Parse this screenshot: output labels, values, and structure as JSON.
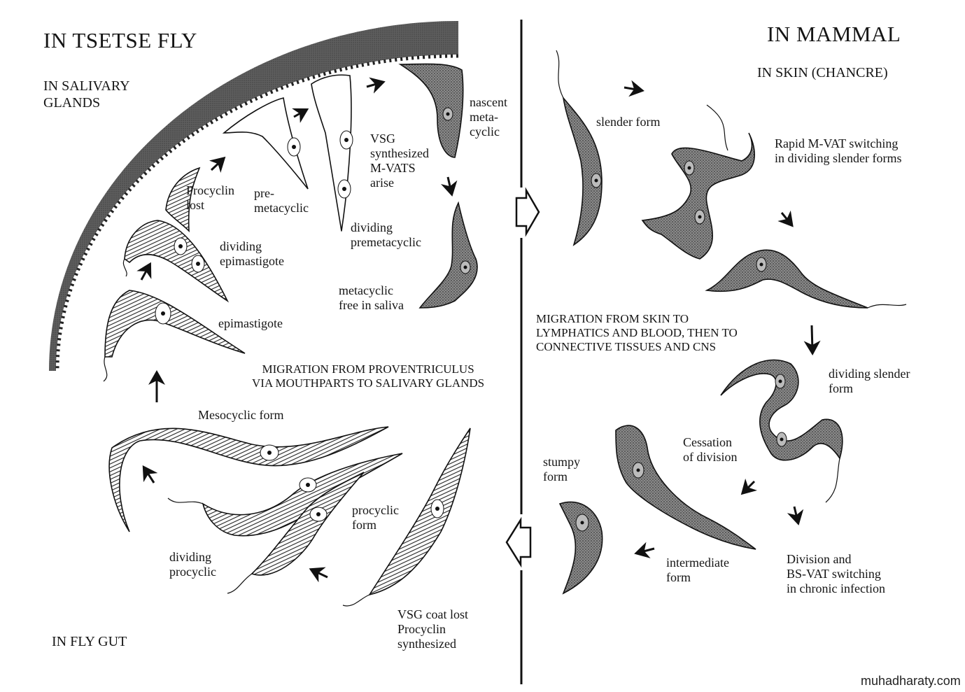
{
  "titles": {
    "fly": "IN  TSETSE FLY",
    "mammal": "IN  MAMMAL"
  },
  "regions": {
    "salivary": "IN SALIVARY\nGLANDS",
    "skin": "IN SKIN (CHANCRE)",
    "gut": "IN FLY GUT"
  },
  "fly_labels": {
    "nascent": "nascent\nmeta-\ncyclic",
    "vsg": "VSG\nsynthesized\nM-VATS\narise",
    "procyclin_lost": "Procyclin\nlost",
    "premetacyclic": "pre-\nmetacyclic",
    "dividing_premetacyclic": "dividing\npremetacyclic",
    "dividing_epimastigote": "dividing\nepimastigote",
    "metacyclic_saliva": "metacyclic\nfree in saliva",
    "epimastigote": "epimastigote",
    "migration_proventriculus": "MIGRATION FROM PROVENTRICULUS\nVIA MOUTHPARTS TO SALIVARY GLANDS",
    "mesocyclic": "Mesocyclic form",
    "procyclic": "procyclic\nform",
    "dividing_procyclic": "dividing\nprocyclic",
    "vsg_lost": "VSG coat lost\nProcyclin\nsynthesized"
  },
  "mammal_labels": {
    "slender": "slender form",
    "rapid_mvat": "Rapid M-VAT switching\nin dividing slender forms",
    "migration_skin": "MIGRATION FROM SKIN TO\nLYMPHATICS AND BLOOD,  THEN TO\nCONNECTIVE TISSUES AND CNS",
    "dividing_slender": "dividing slender\nform",
    "cessation": "Cessation\nof division",
    "stumpy": "stumpy\nform",
    "intermediate": "intermediate\nform",
    "division_bsvat": "Division and\nBS-VAT switching\nin chronic infection"
  },
  "watermark": "muhadharaty.com"
}
